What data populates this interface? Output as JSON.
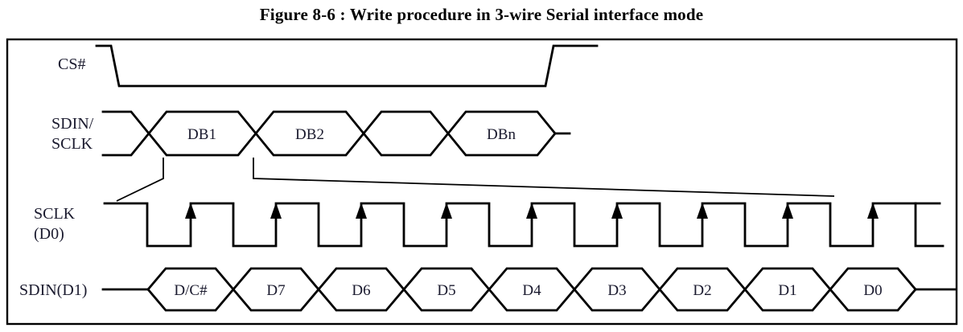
{
  "title": "Figure 8-6 : Write procedure in 3-wire Serial interface mode",
  "colors": {
    "line": "#000000",
    "label_text": "#1a1a2e",
    "background": "#ffffff"
  },
  "signals": {
    "cs": {
      "label": "CS#"
    },
    "sdin_sclk": {
      "label_line1": "SDIN/",
      "label_line2": "SCLK",
      "cells": [
        "DB1",
        "DB2",
        "",
        "DBn"
      ]
    },
    "sclk": {
      "label_line1": "SCLK",
      "label_line2": "(D0)",
      "rising_edge_count": 9
    },
    "sdin": {
      "label": "SDIN(D1)",
      "bits": [
        "D/C#",
        "D7",
        "D6",
        "D5",
        "D4",
        "D3",
        "D2",
        "D1",
        "D0"
      ]
    }
  }
}
